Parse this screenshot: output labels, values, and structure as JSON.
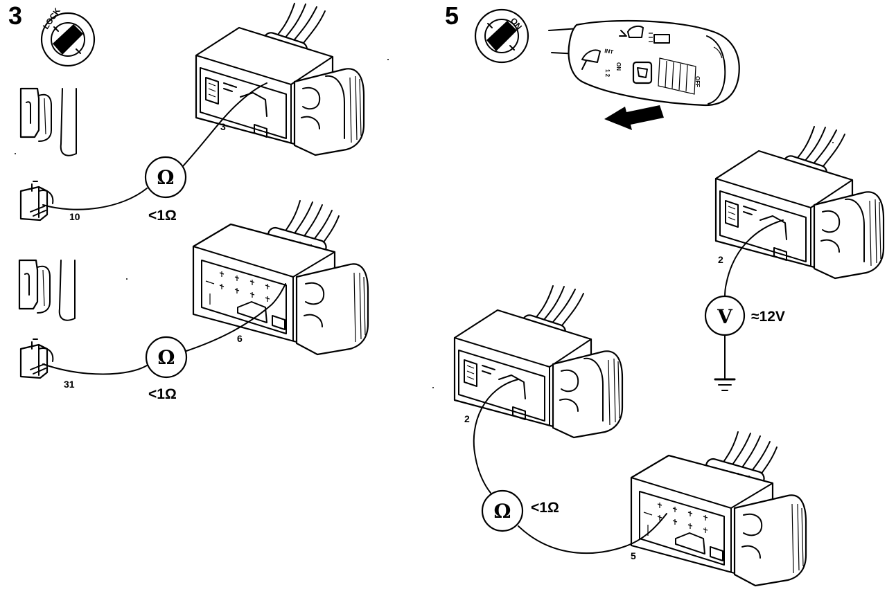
{
  "step_a": {
    "number": "3",
    "key_label": "LOCK",
    "test_top": {
      "meter": "Ω",
      "reading": "<1Ω",
      "pin_switch": "10",
      "pin_connector": "3"
    },
    "test_bottom": {
      "meter": "Ω",
      "reading": "<1Ω",
      "pin_switch": "31",
      "pin_connector": "6"
    }
  },
  "step_b": {
    "number": "5",
    "key_label": "ON",
    "stalk_labels": {
      "int": "INT",
      "positions": "1 2",
      "on": "ON",
      "off": "OFF"
    },
    "voltage_test": {
      "meter": "V",
      "reading": "≈12V",
      "pin": "2"
    },
    "continuity_test": {
      "meter": "Ω",
      "reading": "<1Ω",
      "pin_a": "2",
      "pin_b": "5"
    }
  },
  "icons": [
    "ignition-key-icon",
    "ohmmeter-icon",
    "voltmeter-icon",
    "ground-symbol-icon",
    "arrow-icon",
    "wiper-icon"
  ]
}
